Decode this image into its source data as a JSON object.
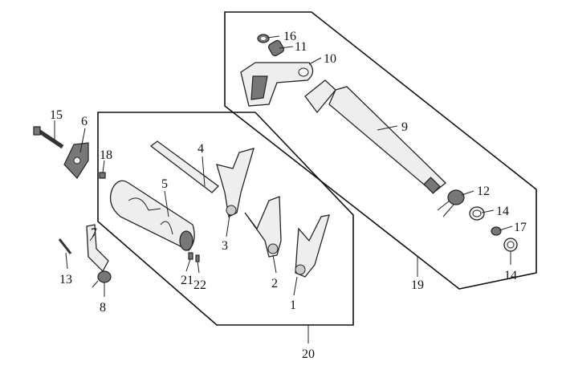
{
  "diagram": {
    "title": "Gearshift drum / shift fork / shift shaft exploded view",
    "callouts": {
      "c1": "1",
      "c2": "2",
      "c3": "3",
      "c4": "4",
      "c5": "5",
      "c6": "6",
      "c7": "7",
      "c8": "8",
      "c9": "9",
      "c10": "10",
      "c11": "11",
      "c12": "12",
      "c13": "13",
      "c14a": "14",
      "c14b": "14",
      "c15": "15",
      "c16": "16",
      "c17": "17",
      "c18": "18",
      "c19": "19",
      "c20": "20",
      "c21": "21",
      "c22": "22"
    }
  }
}
